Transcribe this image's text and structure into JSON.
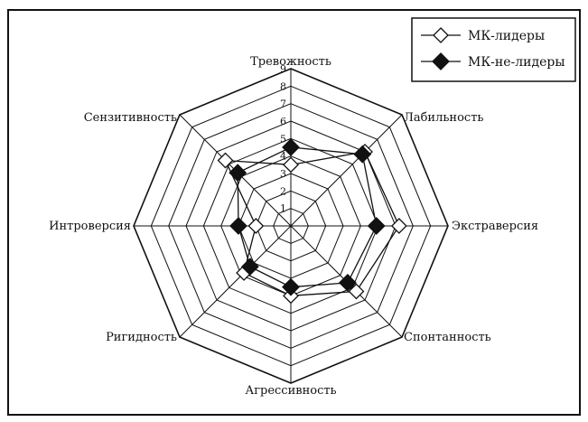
{
  "chart_data": {
    "type": "radar",
    "axes": [
      "Тревожность",
      "Лабильность",
      "Экстраверсия",
      "Спонтанность",
      "Агрессивность",
      "Ригидность",
      "Интроверсия",
      "Сензитивность"
    ],
    "ticks": [
      "1",
      "2",
      "3",
      "4",
      "5",
      "6",
      "7",
      "8",
      "9"
    ],
    "rmax": 9,
    "grid": true,
    "legend_position": "top-right",
    "series": [
      {
        "name": "МК-лидеры",
        "marker": "diamond-open",
        "values": [
          3.5,
          6.0,
          6.2,
          5.3,
          4.0,
          3.8,
          2.0,
          5.3
        ]
      },
      {
        "name": "МК-не-лидеры",
        "marker": "diamond-filled",
        "values": [
          4.5,
          5.8,
          4.9,
          4.6,
          3.5,
          3.3,
          3.0,
          4.3
        ]
      }
    ]
  }
}
